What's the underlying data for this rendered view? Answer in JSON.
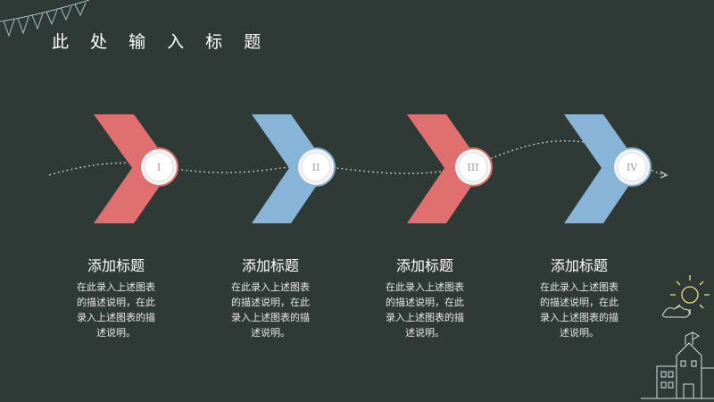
{
  "slide": {
    "title": "此 处 输 入 标 题"
  },
  "colors": {
    "background": "#2f3a36",
    "red_accent": "#e06f6f",
    "blue_accent": "#88b4d8"
  },
  "steps": [
    {
      "numeral": "I",
      "heading": "添加标题",
      "lines": [
        "在此录入上述图表",
        "的描述说明，在此",
        "录入上述图表的描",
        "述说明。"
      ]
    },
    {
      "numeral": "II",
      "heading": "添加标题",
      "lines": [
        "在此录入上述图表",
        "的描述说明，在此",
        "录入上述图表的描",
        "述说明。"
      ]
    },
    {
      "numeral": "III",
      "heading": "添加标题",
      "lines": [
        "在此录入上述图表",
        "的描述说明，在此",
        "录入上述图表的描",
        "述说明。"
      ]
    },
    {
      "numeral": "IV",
      "heading": "添加标题",
      "lines": [
        "在此录入上述图表",
        "的描述说明，在此",
        "录入上述图表的描",
        "述说明。"
      ]
    }
  ],
  "icons": {
    "top_decoration": "bunting-flags-icon",
    "corner_decoration": "house-sketch-icon",
    "sun_decoration": "sun-doodle-icon"
  }
}
